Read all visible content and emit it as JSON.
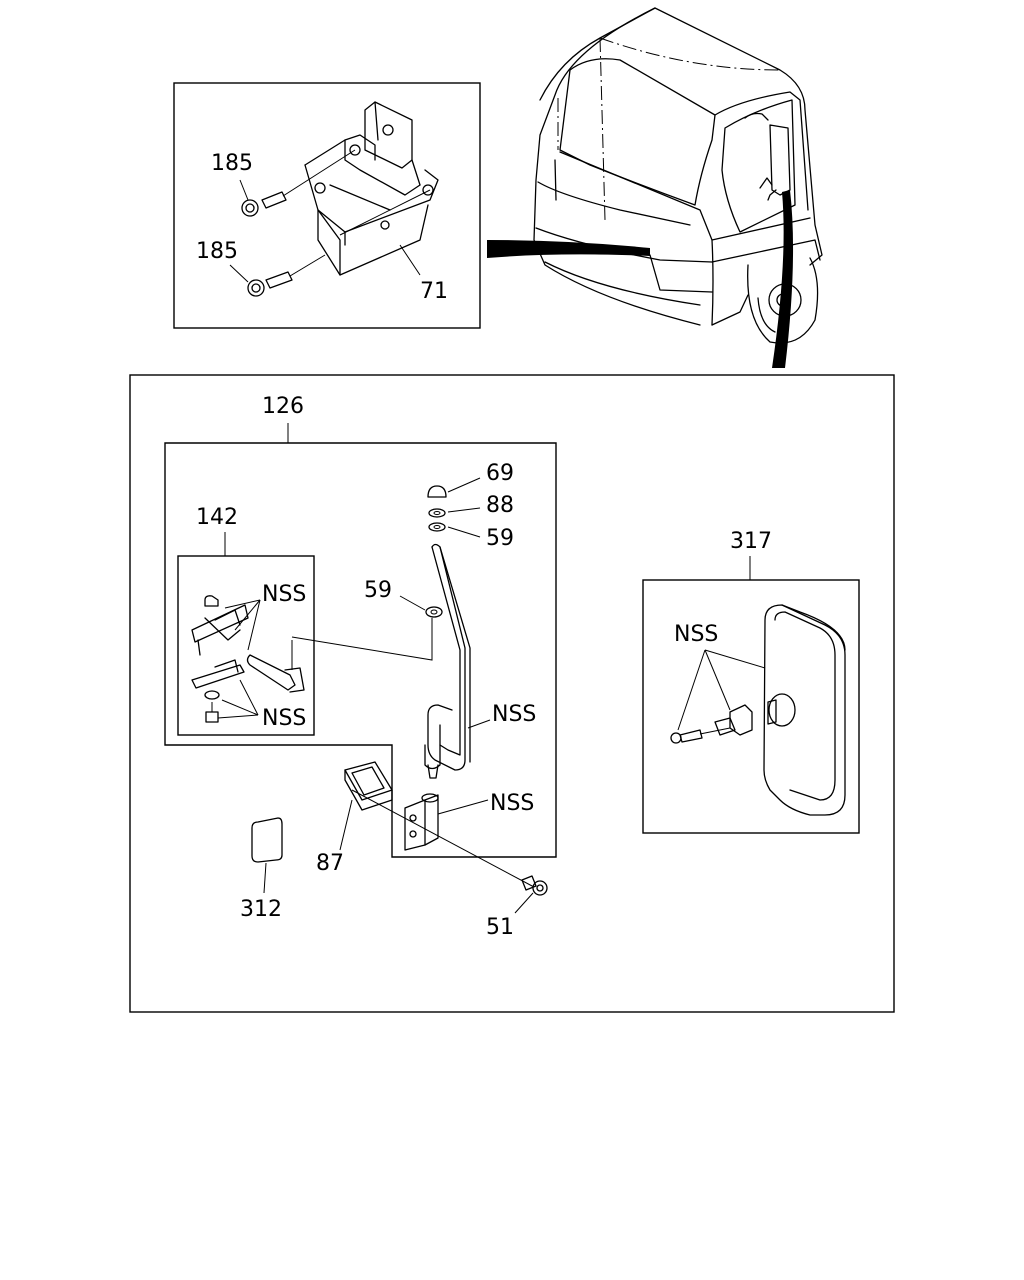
{
  "labels": {
    "p185a": "185",
    "p185b": "185",
    "p71": "71",
    "p126": "126",
    "p142": "142",
    "p69": "69",
    "p88": "88",
    "p59a": "59",
    "p59b": "59",
    "nss1": "NSS",
    "nss2": "NSS",
    "nss3": "NSS",
    "nss4": "NSS",
    "nss5": "NSS",
    "p317": "317",
    "p87": "87",
    "p312": "312",
    "p51": "51"
  }
}
